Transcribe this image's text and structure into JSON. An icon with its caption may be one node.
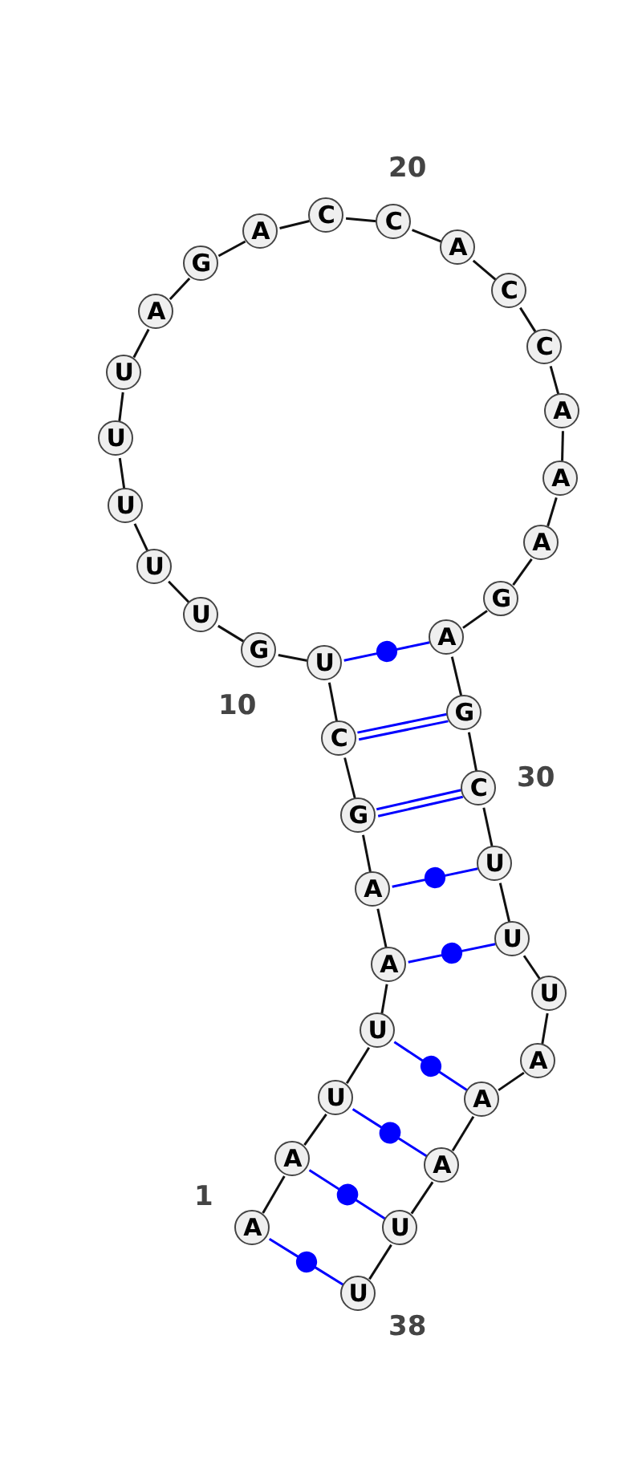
{
  "diagram": {
    "nodes": [
      {
        "text": [
          "A"
        ]
      },
      {
        "text": [
          "A"
        ]
      },
      {
        "text": [
          "U"
        ]
      },
      {
        "text": [
          "U"
        ]
      },
      {
        "text": [
          "A"
        ]
      },
      {
        "text": [
          "A"
        ]
      },
      {
        "text": [
          "G"
        ]
      },
      {
        "text": [
          "C"
        ]
      },
      {
        "text": [
          "U"
        ]
      },
      {
        "text": [
          "G"
        ]
      },
      {
        "text": [
          "U"
        ]
      },
      {
        "text": [
          "U"
        ]
      },
      {
        "text": [
          "U"
        ]
      },
      {
        "text": [
          "U"
        ]
      },
      {
        "text": [
          "U"
        ]
      },
      {
        "text": [
          "A"
        ]
      },
      {
        "text": [
          "G"
        ]
      },
      {
        "text": [
          "A"
        ]
      },
      {
        "text": [
          "C"
        ]
      },
      {
        "text": [
          "C"
        ]
      },
      {
        "text": [
          "A"
        ]
      },
      {
        "text": [
          "C"
        ]
      },
      {
        "text": [
          "C"
        ]
      },
      {
        "text": [
          "A"
        ]
      },
      {
        "text": [
          "A"
        ]
      },
      {
        "text": [
          "A"
        ]
      },
      {
        "text": [
          "G"
        ]
      },
      {
        "text": [
          "A"
        ]
      },
      {
        "text": [
          "G"
        ]
      },
      {
        "text": [
          "C"
        ]
      },
      {
        "text": [
          "U"
        ]
      },
      {
        "text": [
          "U"
        ]
      },
      {
        "text": [
          "U"
        ]
      },
      {
        "text": [
          "A"
        ]
      },
      {
        "text": [
          "A"
        ]
      },
      {
        "text": [
          "A"
        ]
      },
      {
        "text": [
          "U"
        ]
      },
      {
        "text": [
          "U"
        ]
      }
    ],
    "edges": [
      {
        "from": 0,
        "to": 1,
        "arrow": "none"
      },
      {
        "from": 1,
        "to": 2,
        "arrow": "none"
      },
      {
        "from": 2,
        "to": 3,
        "arrow": "none"
      },
      {
        "from": 3,
        "to": 4,
        "arrow": "none"
      },
      {
        "from": 4,
        "to": 5,
        "arrow": "none"
      },
      {
        "from": 5,
        "to": 6,
        "arrow": "none"
      },
      {
        "from": 6,
        "to": 7,
        "arrow": "none"
      },
      {
        "from": 7,
        "to": 8,
        "arrow": "none"
      },
      {
        "from": 8,
        "to": 9,
        "arrow": "none"
      },
      {
        "from": 9,
        "to": 10,
        "arrow": "none"
      },
      {
        "from": 10,
        "to": 11,
        "arrow": "none"
      },
      {
        "from": 11,
        "to": 12,
        "arrow": "none"
      },
      {
        "from": 12,
        "to": 13,
        "arrow": "none"
      },
      {
        "from": 13,
        "to": 14,
        "arrow": "none"
      },
      {
        "from": 14,
        "to": 15,
        "arrow": "none"
      },
      {
        "from": 15,
        "to": 16,
        "arrow": "none"
      },
      {
        "from": 16,
        "to": 17,
        "arrow": "none"
      },
      {
        "from": 17,
        "to": 18,
        "arrow": "none"
      },
      {
        "from": 18,
        "to": 19,
        "arrow": "none"
      },
      {
        "from": 19,
        "to": 20,
        "arrow": "none"
      },
      {
        "from": 20,
        "to": 21,
        "arrow": "none"
      },
      {
        "from": 21,
        "to": 22,
        "arrow": "none"
      },
      {
        "from": 22,
        "to": 23,
        "arrow": "none"
      },
      {
        "from": 23,
        "to": 24,
        "arrow": "none"
      },
      {
        "from": 24,
        "to": 25,
        "arrow": "none"
      },
      {
        "from": 25,
        "to": 26,
        "arrow": "none"
      },
      {
        "from": 26,
        "to": 27,
        "arrow": "none"
      },
      {
        "from": 27,
        "to": 28,
        "arrow": "none"
      },
      {
        "from": 28,
        "to": 29,
        "arrow": "none"
      },
      {
        "from": 29,
        "to": 30,
        "arrow": "none"
      },
      {
        "from": 30,
        "to": 31,
        "arrow": "none"
      },
      {
        "from": 31,
        "to": 32,
        "arrow": "none"
      },
      {
        "from": 32,
        "to": 33,
        "arrow": "none"
      },
      {
        "from": 33,
        "to": 34,
        "arrow": "none"
      },
      {
        "from": 34,
        "to": 35,
        "arrow": "none"
      },
      {
        "from": 35,
        "to": 36,
        "arrow": "none"
      },
      {
        "from": 36,
        "to": 37,
        "arrow": "none"
      },
      {
        "from": 0,
        "to": 37,
        "arrow": "none",
        "color": "#0000ff"
      },
      {
        "from": 1,
        "to": 36,
        "arrow": "none",
        "color": "#0000ff"
      },
      {
        "from": 2,
        "to": 35,
        "arrow": "none",
        "color": "#0000ff"
      },
      {
        "from": 3,
        "to": 34,
        "arrow": "none",
        "color": "#0000ff"
      },
      {
        "from": 4,
        "to": 31,
        "arrow": "none",
        "color": "#0000ff"
      },
      {
        "from": 5,
        "to": 30,
        "arrow": "none",
        "color": "#0000ff"
      },
      {
        "from": 6,
        "to": 29,
        "arrow": "none",
        "color": "#0000ff"
      },
      {
        "from": 7,
        "to": 28,
        "arrow": "none",
        "color": "#0000ff"
      },
      {
        "from": 8,
        "to": 27,
        "arrow": "none",
        "color": "#0000ff"
      }
    ],
    "labels": [
      "20",
      "10",
      "30",
      "1",
      "38"
    ]
  }
}
